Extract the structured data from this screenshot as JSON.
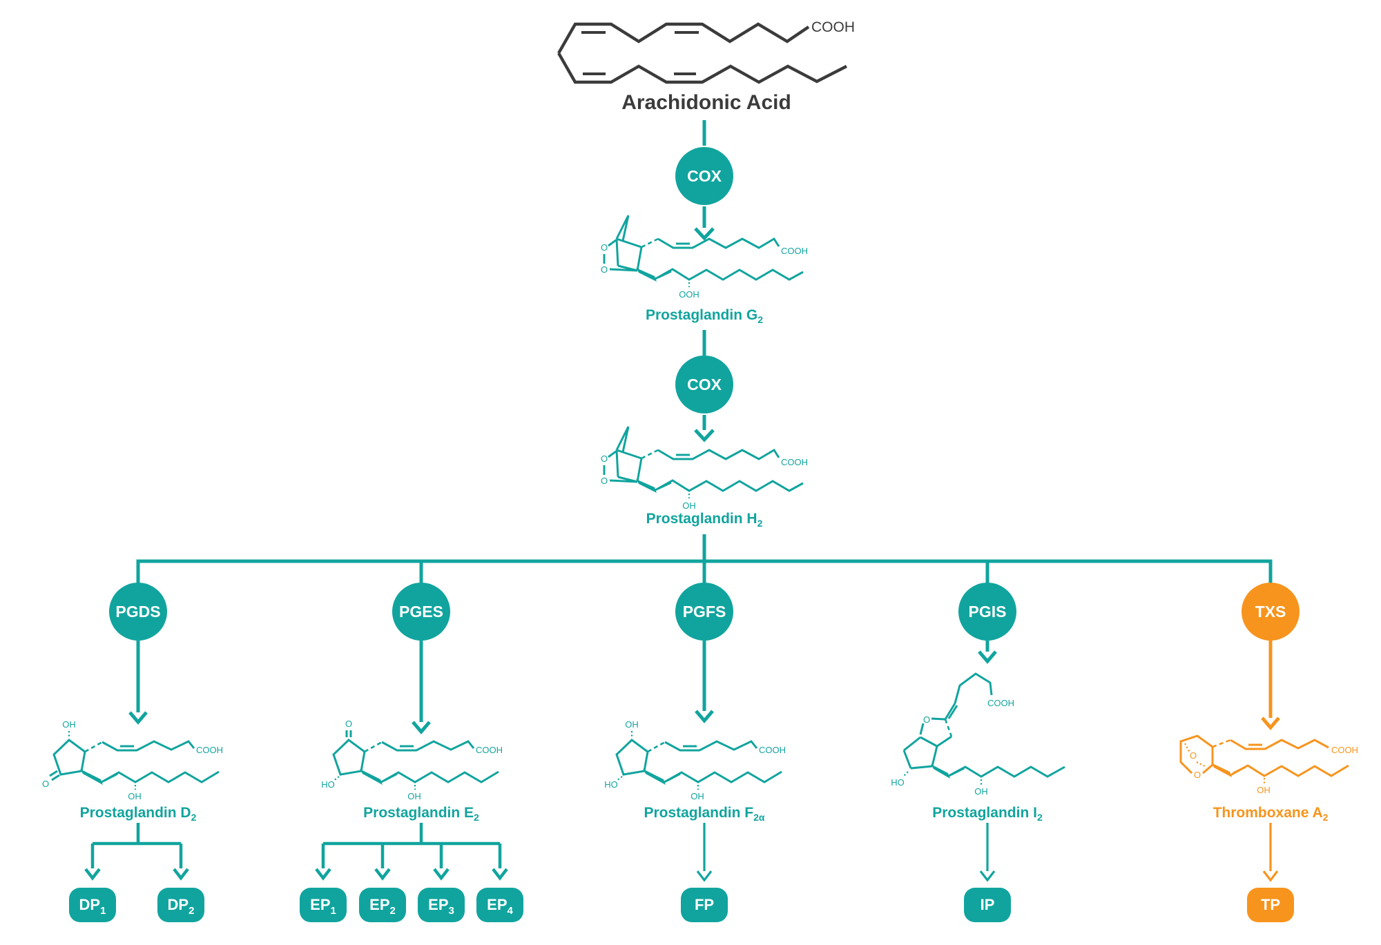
{
  "colors": {
    "teal": "#11A49E",
    "orange": "#F7941D",
    "dark_gray": "#3B3B3B",
    "background": "#FFFFFF",
    "node_text": "#FFFFFF"
  },
  "header": {
    "title": "Arachidonic Acid"
  },
  "enzymes": {
    "cox_top": "COX",
    "cox_mid": "COX",
    "pgds": "PGDS",
    "pges": "PGES",
    "pgfs": "PGFS",
    "pgis": "PGIS",
    "txs": "TXS"
  },
  "molecules": {
    "pgg2": {
      "name": "Prostaglandin G",
      "sub": "2"
    },
    "pgh2": {
      "name": "Prostaglandin H",
      "sub": "2"
    },
    "pgd2": {
      "name": "Prostaglandin D",
      "sub": "2"
    },
    "pge2": {
      "name": "Prostaglandin E",
      "sub": "2"
    },
    "pgf2a": {
      "name": "Prostaglandin F",
      "sub": "2α"
    },
    "pgi2": {
      "name": "Prostaglandin I",
      "sub": "2"
    },
    "txa2": {
      "name": "Thromboxane A",
      "sub": "2"
    }
  },
  "receptors": {
    "dp1": {
      "name": "DP",
      "sub": "1"
    },
    "dp2": {
      "name": "DP",
      "sub": "2"
    },
    "ep1": {
      "name": "EP",
      "sub": "1"
    },
    "ep2": {
      "name": "EP",
      "sub": "2"
    },
    "ep3": {
      "name": "EP",
      "sub": "3"
    },
    "ep4": {
      "name": "EP",
      "sub": "4"
    },
    "fp": {
      "name": "FP",
      "sub": ""
    },
    "ip": {
      "name": "IP",
      "sub": ""
    },
    "tp": {
      "name": "TP",
      "sub": ""
    }
  },
  "atom_labels": {
    "cooh": "COOH",
    "ooh": "OOH",
    "oh": "OH",
    "ho": "HO",
    "o": "O"
  }
}
